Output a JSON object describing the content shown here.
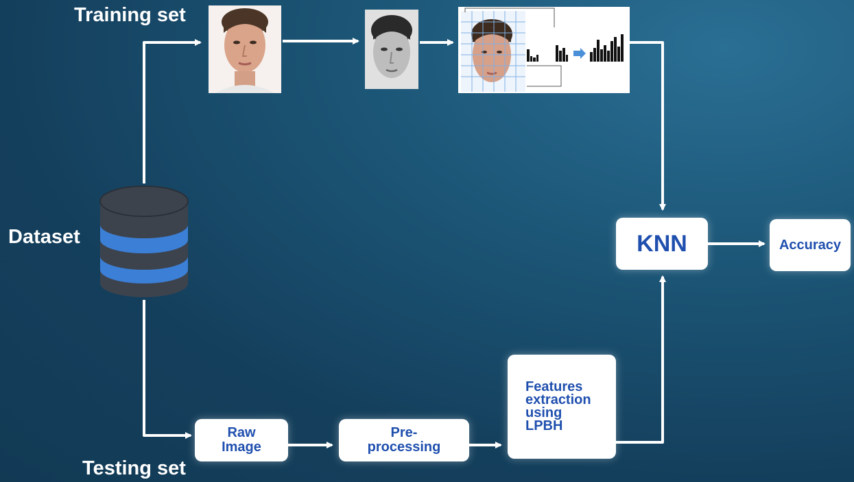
{
  "labels": {
    "training_set": "Training set",
    "testing_set": "Testing set",
    "dataset": "Dataset"
  },
  "boxes": {
    "knn": "KNN",
    "accuracy": "Accuracy",
    "raw_image": "Raw\nImage",
    "pre_processing": "Pre-\nprocessing",
    "features_extraction": "Features\nextraction\nusing\nLPBH"
  },
  "colors": {
    "background": "#164a6b",
    "box_text": "#1f4fae",
    "db_blue": "#3b7fd6",
    "db_gray": "#3d434d"
  },
  "icons": [
    "database-icon",
    "face-photo-color",
    "face-photo-grayscale",
    "lbp-histogram-figure"
  ]
}
